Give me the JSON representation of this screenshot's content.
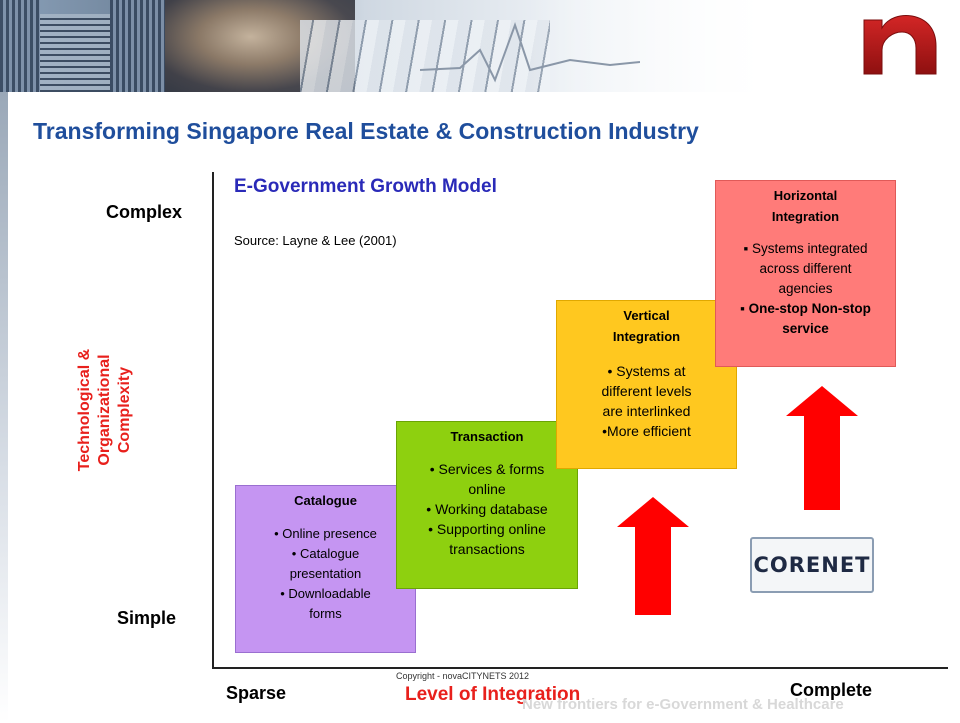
{
  "slide": {
    "title": "Transforming Singapore Real Estate & Construction Industry"
  },
  "diagram": {
    "model_title": "E-Government Growth Model",
    "source": "Source: Layne & Lee (2001)",
    "y_axis": {
      "label_lines": [
        "Technological &",
        "Organizational",
        "Complexity"
      ],
      "top": "Complex",
      "bottom": "Simple"
    },
    "x_axis": {
      "label": "Level of Integration",
      "left": "Sparse",
      "right": "Complete"
    },
    "stages": [
      {
        "title": "Catalogue",
        "points": [
          "• Online presence",
          "• Catalogue",
          "presentation",
          "• Downloadable",
          "forms"
        ],
        "color": "#c595f2"
      },
      {
        "title": "Transaction",
        "points": [
          "• Services & forms",
          "online",
          "• Working database",
          "• Supporting online",
          "transactions"
        ],
        "color": "#8ed00f"
      },
      {
        "title_lines": [
          "Vertical",
          "Integration"
        ],
        "points": [
          "• Systems at",
          "different levels",
          "are interlinked",
          "•More efficient"
        ],
        "color": "#ffc81f"
      },
      {
        "title_lines": [
          "Horizontal",
          "Integration"
        ],
        "points": [
          "▪ Systems integrated",
          "across different",
          "agencies"
        ],
        "points_bold": [
          "▪ One-stop Non-stop",
          "service"
        ],
        "color": "#ff7b79"
      }
    ],
    "arrow_color": "#ff0000",
    "corenet_logo": "CORENET"
  },
  "footer": {
    "copyright": "Copyright -  novaCITYNETS 2012",
    "watermark": "New frontiers for e-Government & Healthcare"
  }
}
